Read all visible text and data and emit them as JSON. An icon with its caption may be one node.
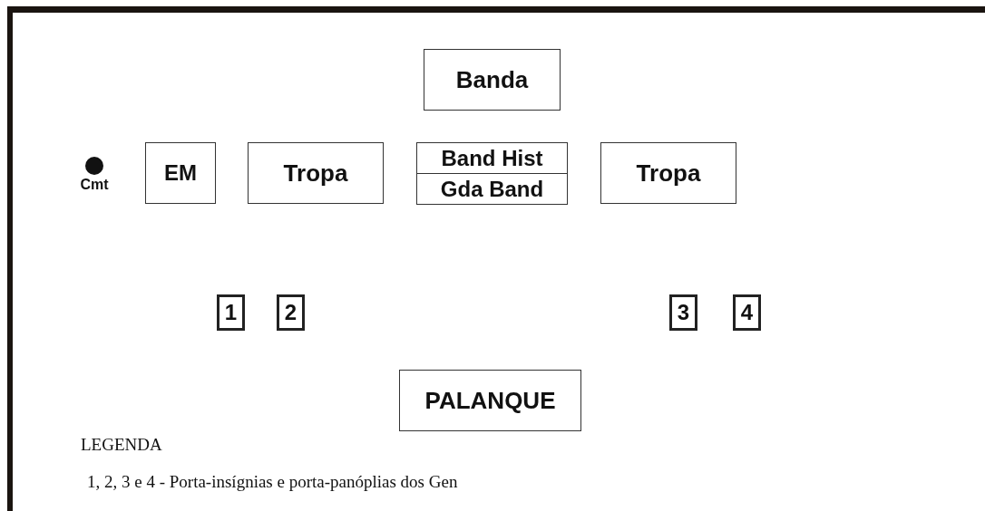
{
  "diagram": {
    "nodes": [
      {
        "text": [
          "Banda"
        ]
      },
      {
        "text": [
          "Cmt"
        ]
      },
      {
        "text": [
          "EM"
        ]
      },
      {
        "text": [
          "Tropa"
        ]
      },
      {
        "text": [
          "Band Hist",
          "Gda Band"
        ]
      },
      {
        "text": [
          "Tropa"
        ]
      },
      {
        "text": [
          "1"
        ]
      },
      {
        "text": [
          "2"
        ]
      },
      {
        "text": [
          "3"
        ]
      },
      {
        "text": [
          "4"
        ]
      },
      {
        "text": [
          "PALANQUE"
        ]
      }
    ],
    "labels": [
      "LEGENDA",
      "1, 2, 3 e 4 -  Porta-insígnias e porta-panóplias dos Gen"
    ]
  }
}
